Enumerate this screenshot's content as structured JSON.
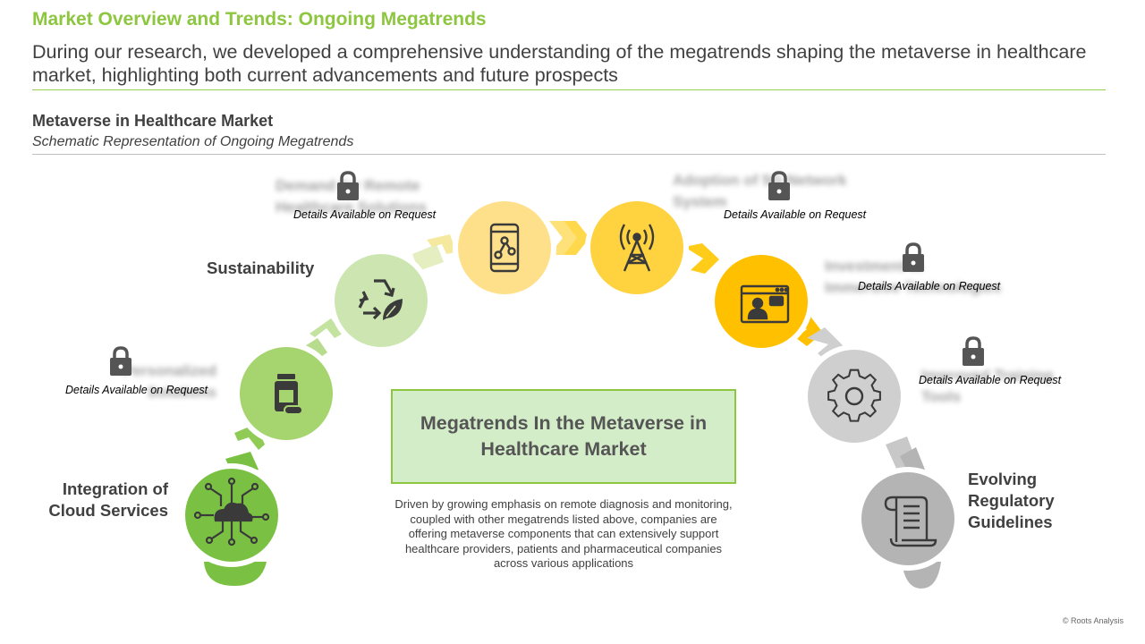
{
  "header": {
    "title": "Market Overview and Trends: Ongoing Megatrends",
    "subtitle": "During our research, we developed a comprehensive understanding of the megatrends shaping the metaverse in healthcare market, highlighting both current advancements and future prospects"
  },
  "section": {
    "title": "Metaverse in Healthcare Market",
    "subtitle": "Schematic Representation of Ongoing Megatrends"
  },
  "trends": [
    {
      "label_line1": "Integration of",
      "label_line2": "Cloud Services",
      "icon": "cloud-network-icon",
      "color": "#7ac143"
    },
    {
      "label": "Personalized",
      "label_line2": "Solutions",
      "icon": "pill-bottle-icon",
      "color": "#a6d46f",
      "locked": true
    },
    {
      "label": "Sustainability",
      "icon": "recycle-leaf-icon",
      "color": "#cde6b1"
    },
    {
      "label": "Demand for Remote",
      "label_line2": "Healthcare Solutions",
      "icon": "smartphone-network-icon",
      "color": "#ffe08a",
      "locked": true
    },
    {
      "label": "Adoption of 5G Network",
      "label_line2": "System",
      "icon": "antenna-tower-icon",
      "color": "#ffd23f",
      "locked": true
    },
    {
      "label": "Investment in",
      "label_line2": "Immersive Technologies",
      "icon": "video-consult-icon",
      "color": "#ffc000",
      "locked": true
    },
    {
      "label": "Improved Training",
      "label_line2": "Tools",
      "icon": "gear-icon",
      "color": "#cfcfcf",
      "locked": true
    },
    {
      "label_line1": "Evolving",
      "label_line2": "Regulatory",
      "label_line3": "Guidelines",
      "icon": "scroll-icon",
      "color": "#b4b4b4"
    }
  ],
  "lock_caption": "Details Available on Request",
  "center": {
    "title": "Megatrends In the Metaverse in Healthcare Market",
    "description": "Driven by growing emphasis on remote diagnosis and monitoring, coupled with other megatrends listed above, companies are offering metaverse components that can extensively support healthcare providers, patients and pharmaceutical companies across various applications"
  },
  "footer": {
    "copyright": "© Roots Analysis"
  },
  "colors": {
    "accent_green": "#8dc63f",
    "gold": "#ffc000",
    "gray": "#b4b4b4"
  }
}
